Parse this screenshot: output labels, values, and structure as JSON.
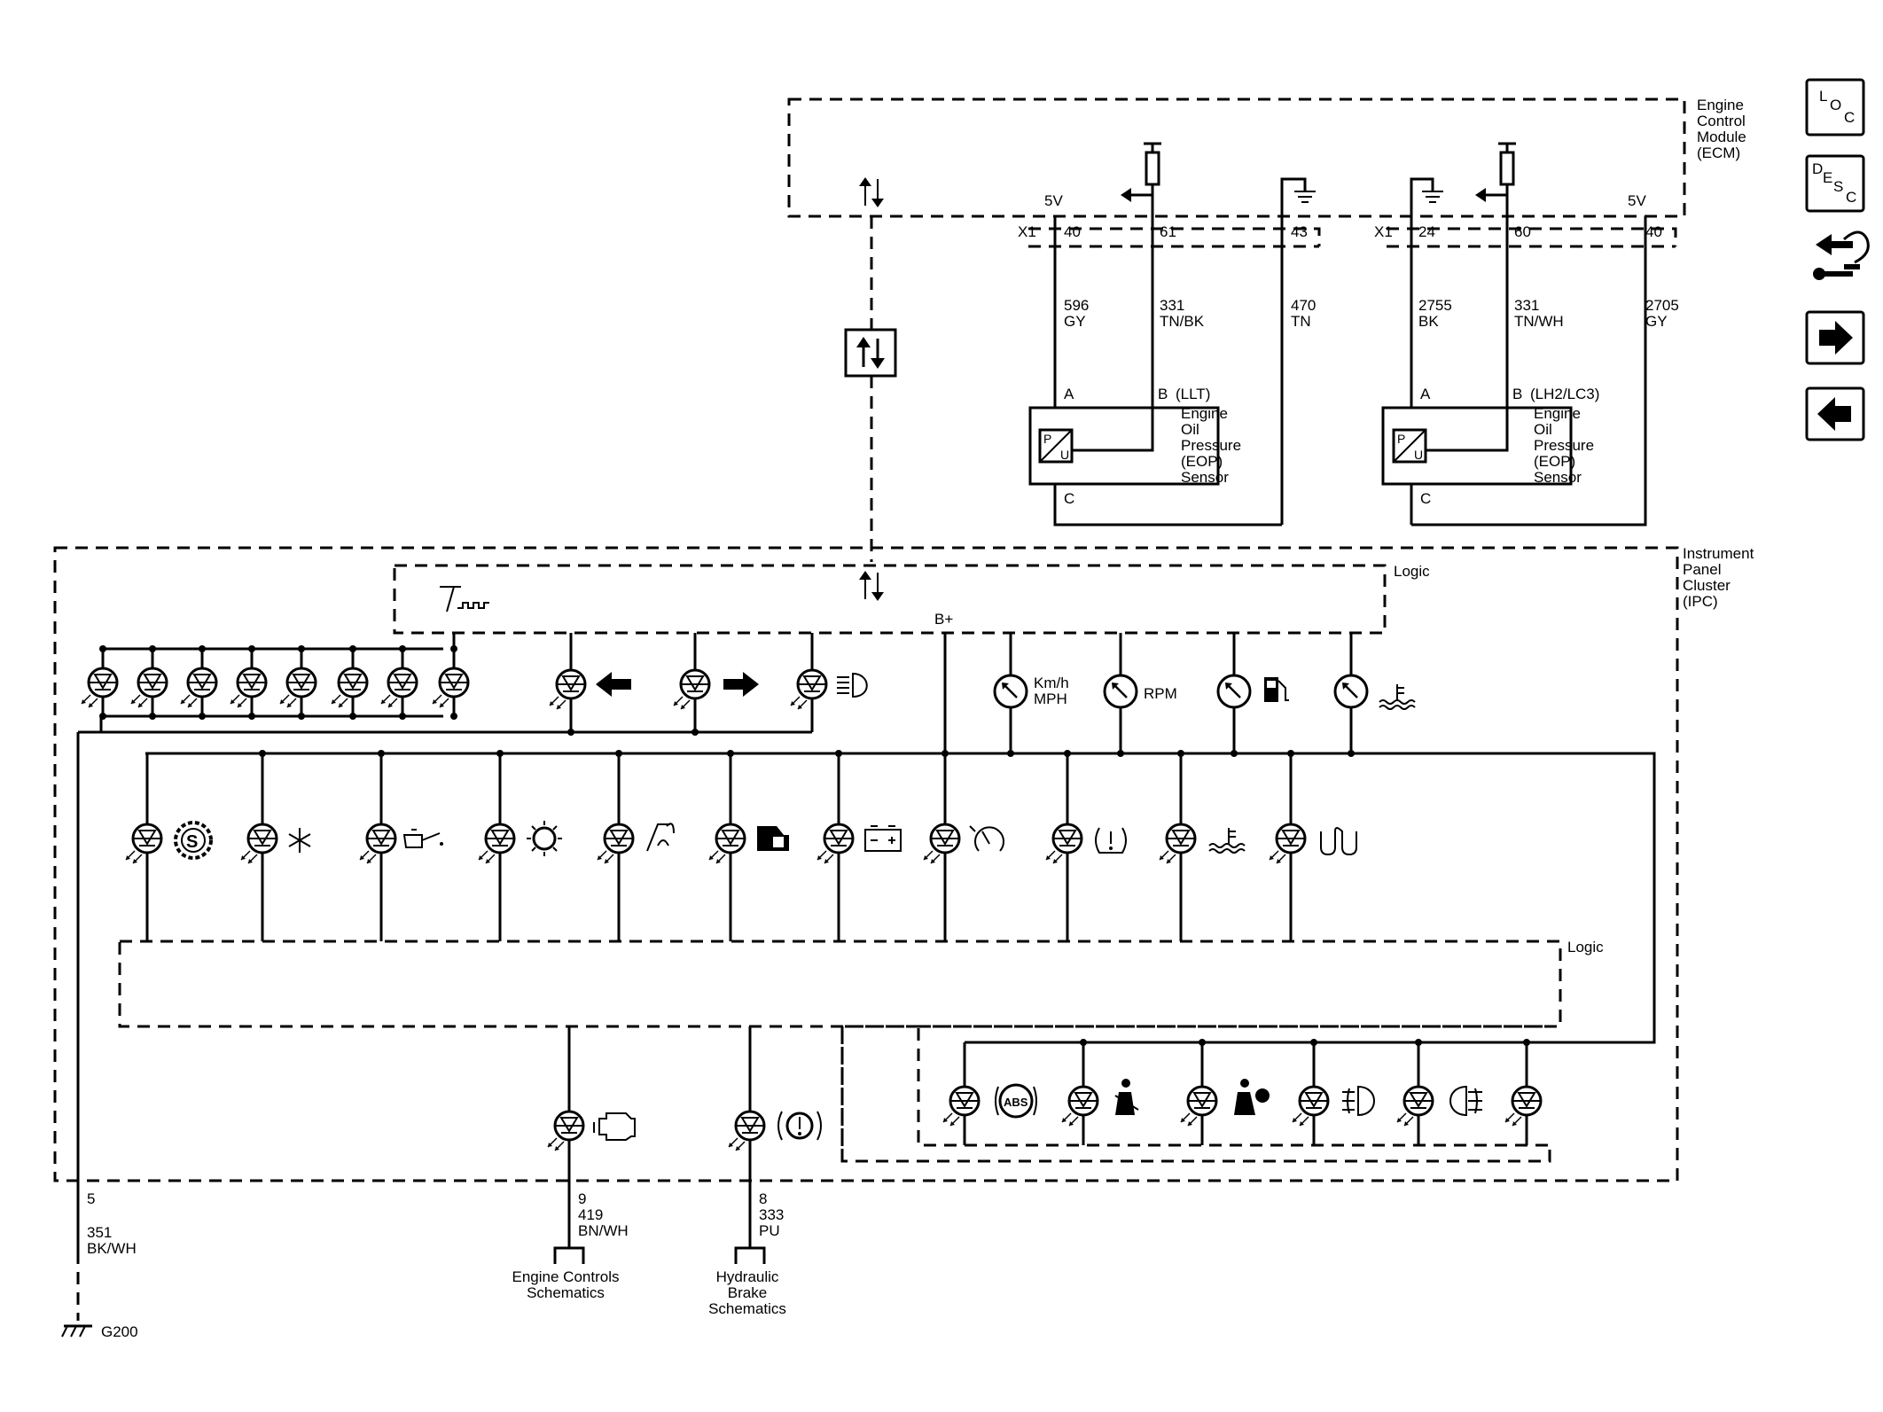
{
  "ecm": {
    "title_lines": [
      "Engine",
      "Control",
      "Module",
      "(ECM)"
    ],
    "conn_x1_left": "X1",
    "conn_x1_right": "X1",
    "pins_left": {
      "v5": "5V",
      "p40": "40",
      "p61": "61",
      "p43": "43"
    },
    "pins_right": {
      "p24": "24",
      "p60": "60",
      "v5": "5V",
      "p40": "40"
    }
  },
  "wires": {
    "w596": {
      "circuit": "596",
      "color": "GY"
    },
    "w331a": {
      "circuit": "331",
      "color": "TN/BK"
    },
    "w470": {
      "circuit": "470",
      "color": "TN"
    },
    "w2755": {
      "circuit": "2755",
      "color": "BK"
    },
    "w331b": {
      "circuit": "331",
      "color": "TN/WH"
    },
    "w2705": {
      "circuit": "2705",
      "color": "GY"
    },
    "w351": {
      "pin": "5",
      "circuit": "351",
      "color": "BK/WH"
    },
    "w419": {
      "pin": "9",
      "circuit": "419",
      "color": "BN/WH"
    },
    "w333": {
      "pin": "8",
      "circuit": "333",
      "color": "PU"
    }
  },
  "sensor_llt": {
    "pin_a": "A",
    "pin_b": "B",
    "pin_c": "C",
    "variant": "(LLT)",
    "name_lines": [
      "Engine",
      "Oil",
      "Pressure",
      "(EOP)",
      "Sensor"
    ],
    "p_label": "P",
    "u_label": "U"
  },
  "sensor_lh2": {
    "pin_a": "A",
    "pin_b": "B",
    "pin_c": "C",
    "variant": "(LH2/LC3)",
    "name_lines": [
      "Engine",
      "Oil",
      "Pressure",
      "(EOP)",
      "Sensor"
    ],
    "p_label": "P",
    "u_label": "U"
  },
  "ipc": {
    "title_lines": [
      "Instrument",
      "Panel",
      "Cluster",
      "(IPC)"
    ],
    "logic_top": "Logic",
    "logic_bottom": "Logic",
    "b_plus": "B+",
    "gauges": {
      "speed_line1": "Km/h",
      "speed_line2": "MPH",
      "rpm": "RPM"
    },
    "abs_label": "ABS"
  },
  "ground": {
    "label": "G200"
  },
  "destinations": {
    "engine_controls": [
      "Engine Controls",
      "Schematics"
    ],
    "hydraulic_brake": [
      "Hydraulic",
      "Brake",
      "Schematics"
    ]
  },
  "nav": {
    "loc": {
      "l": "L",
      "o": "O",
      "c": "C"
    },
    "desc": {
      "d": "D",
      "e": "E",
      "s": "S",
      "c": "C"
    }
  }
}
